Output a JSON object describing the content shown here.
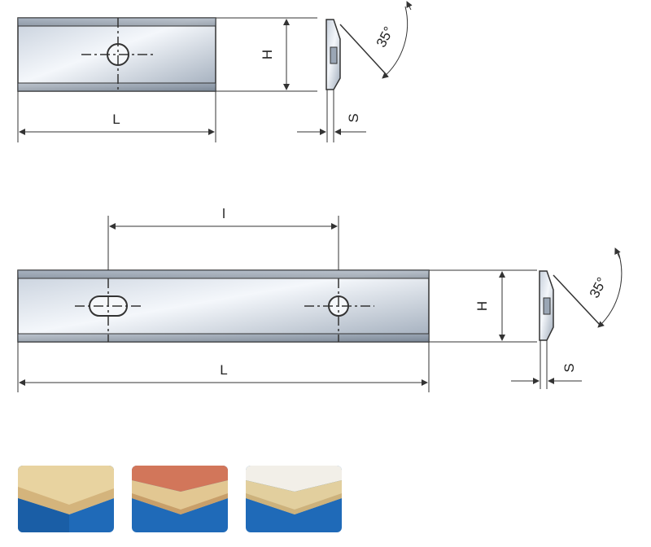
{
  "drawing1": {
    "length_label": "L",
    "height_label": "H",
    "thickness_label": "S",
    "angle_label": "35°"
  },
  "drawing2": {
    "length_label": "L",
    "hole_spacing_label": "l",
    "height_label": "H",
    "thickness_label": "S",
    "angle_label": "35°"
  },
  "colors": {
    "steel_light": "#eef2f7",
    "steel_mid": "#c8d2de",
    "steel_dark": "#7d8a99",
    "line": "#333333",
    "blue_base": "#1f6ab8",
    "wood_light": "#e6cf9a",
    "wood_edge": "#d2b27a",
    "veneer_red": "#d2765a",
    "melamine_white": "#f2efe8"
  },
  "materials": [
    {
      "icon": "solid-wood-icon"
    },
    {
      "icon": "veneered-board-icon"
    },
    {
      "icon": "melamine-board-icon"
    }
  ]
}
